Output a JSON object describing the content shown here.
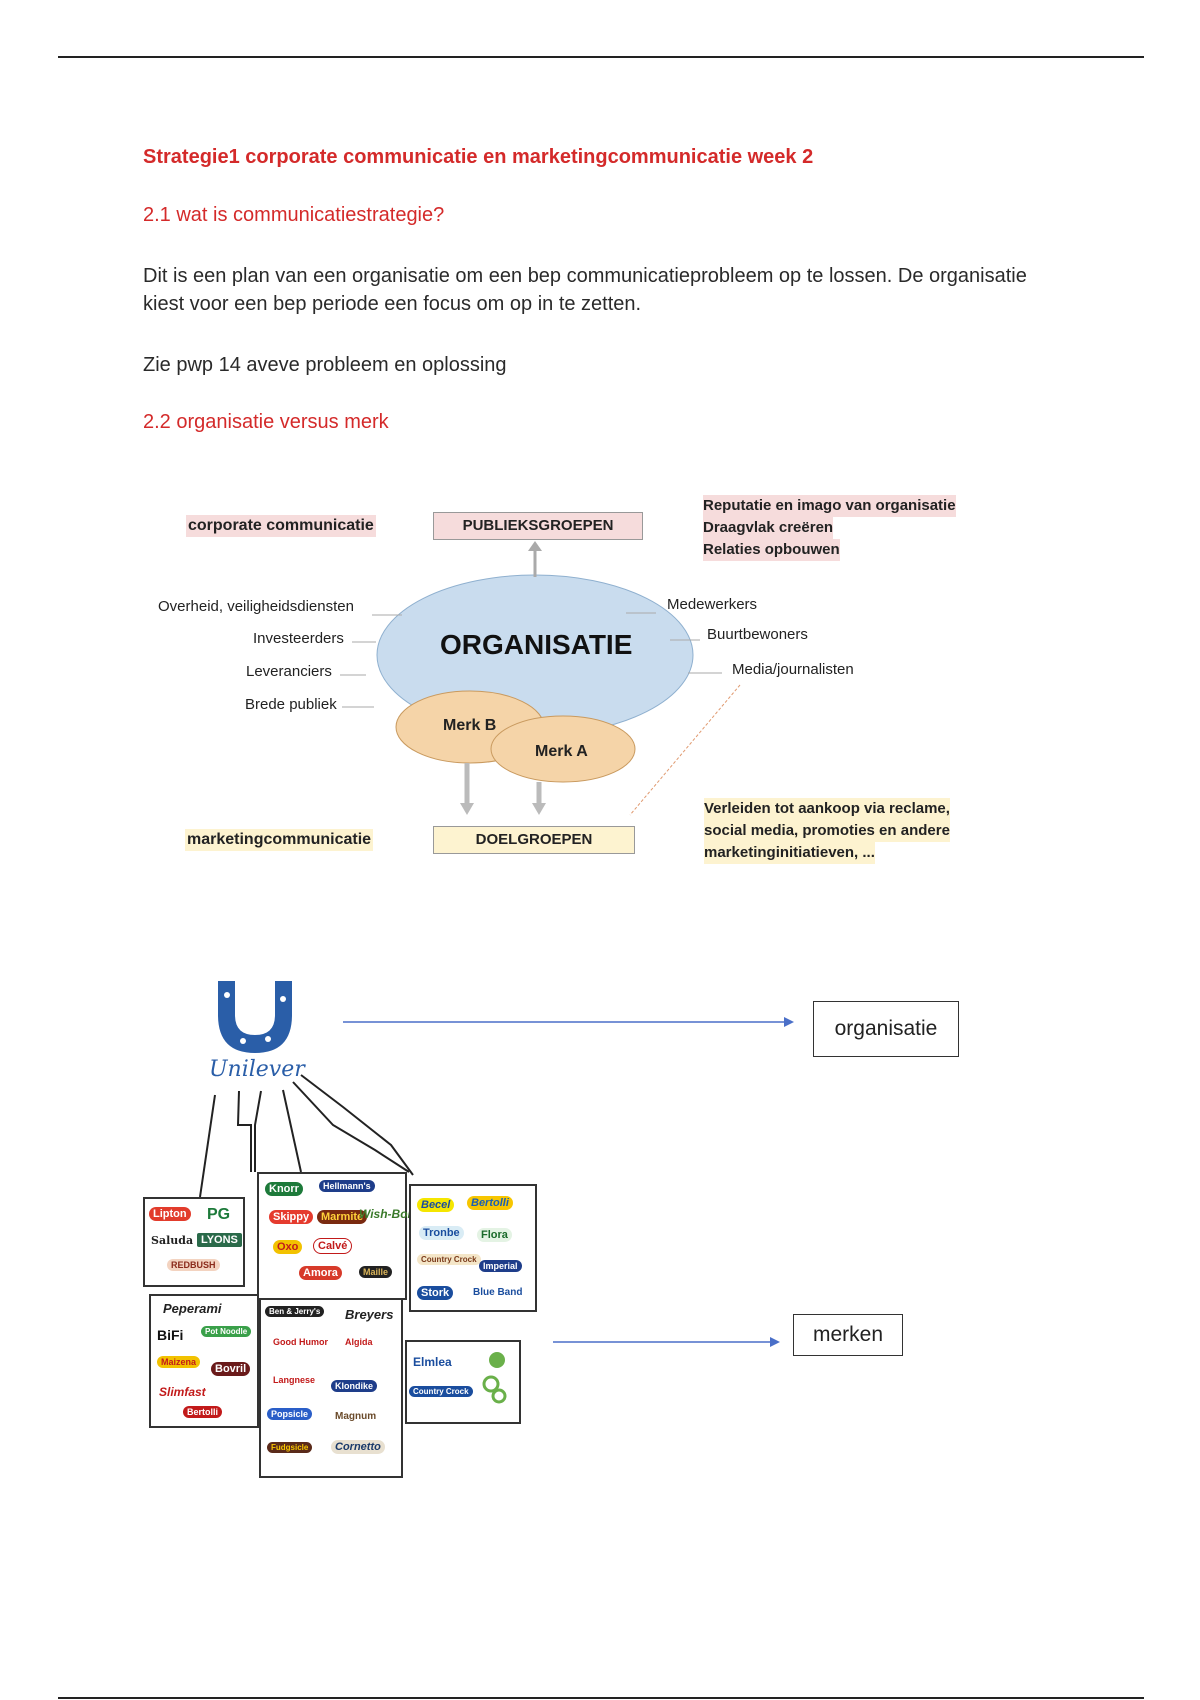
{
  "heading": "Strategie1 corporate communicatie en marketingcommunicatie week 2",
  "section1": {
    "title": "2.1 wat is communicatiestrategie?",
    "paragraph": "Dit is een plan van een organisatie om een bep communicatieprobleem op te lossen. De organisatie kiest voor een bep periode een focus om op in te zetten.",
    "note": "Zie pwp 14 aveve probleem en oplossing"
  },
  "section2": {
    "title": "2.2 organisatie versus merk"
  },
  "diagram": {
    "corporate_label": "corporate communicatie",
    "publiek_box": "PUBLIEKSGROEPEN",
    "reputation_lines": [
      "Reputatie en imago van organisatie",
      "Draagvlak creëren",
      "Relaties opbouwen"
    ],
    "left_stakeholders": [
      "Overheid, veiligheidsdiensten",
      "Investeerders",
      "Leveranciers",
      "Brede publiek"
    ],
    "right_stakeholders": [
      "Medewerkers",
      "Buurtbewoners",
      "Media/journalisten"
    ],
    "center": "ORGANISATIE",
    "brand_b": "Merk B",
    "brand_a": "Merk A",
    "marketing_label": "marketingcommunicatie",
    "doel_box": "DOELGROEPEN",
    "marketing_lines": [
      "Verleiden tot aankoop via reclame,",
      "social media, promoties en andere",
      "marketinginitiatieven, ..."
    ],
    "colors": {
      "ellipse": "#c9dcee",
      "brand": "#f5d4a8",
      "pink": "#f6dcdc",
      "yellow": "#fdf3d0"
    }
  },
  "unilever": {
    "logo_text": "Unilever",
    "organisatie_label": "organisatie",
    "merken_label": "merken",
    "brands": {
      "tea": [
        "Lipton",
        "PG",
        "Saluda",
        "LYONS",
        "REDBUSH"
      ],
      "foods": [
        "Knorr",
        "Hellmann's",
        "Skippy",
        "Marmite",
        "Wish-Bone",
        "Oxo",
        "Calvé",
        "Amora",
        "Maille"
      ],
      "spreads": [
        "Becel",
        "Bertolli",
        "Tronbe",
        "Flora",
        "Country Crock",
        "Imperial",
        "Stork",
        "Blue Band"
      ],
      "snacks": [
        "Peperami",
        "BiFi",
        "Pot Noodle",
        "Maizena",
        "Bovril",
        "Slimfast",
        "Bertolli"
      ],
      "icecream": [
        "Ben & Jerry's",
        "Breyers",
        "Good Humor",
        "Algida",
        "Langnese",
        "Klondike",
        "Popsicle",
        "Magnum",
        "Fudgsicle",
        "Cornetto"
      ],
      "other": [
        "Elmlea",
        "Country Crock"
      ]
    }
  }
}
